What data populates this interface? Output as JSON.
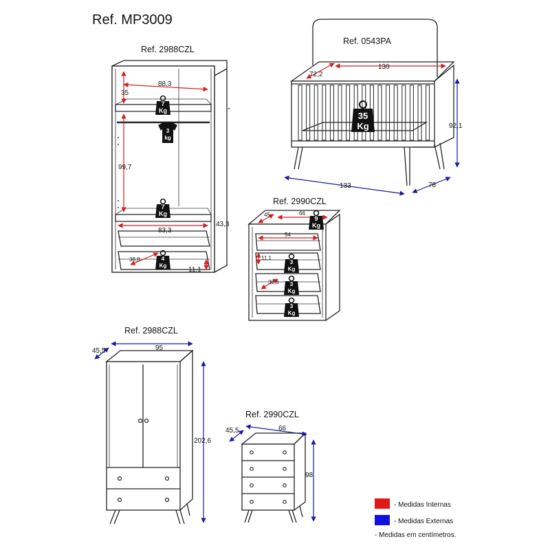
{
  "title": "Ref. MP3009",
  "wardrobe_open": {
    "ref": "Ref. 2988CZL",
    "dims": {
      "top_width": "88,3",
      "top_height": "35",
      "hang_height": "99,7",
      "shelf_width": "83,3",
      "drawer_depth": "38,8",
      "drawer_height": "11,1",
      "side_height": "43,3"
    },
    "weights": {
      "top": [
        "7",
        "Kg"
      ],
      "rod": [
        "3",
        "kg"
      ],
      "shelf": [
        "7",
        "Kg"
      ],
      "drawer": [
        "4",
        "Kg"
      ]
    }
  },
  "crib": {
    "ref": "Ref. 0543PA",
    "dims": {
      "inner_width": "130",
      "inner_depth": "72,2",
      "height": "92,1",
      "width": "133",
      "depth": "78"
    },
    "weight": [
      "35",
      "Kg"
    ]
  },
  "dresser_open": {
    "ref": "Ref. 2990CZL",
    "dims": {
      "depth": "45",
      "width": "66",
      "drawer_width": "54",
      "drawer_height": "11,1",
      "drawer_depth": "38,6"
    },
    "weights": {
      "top": [
        "9",
        "Kg"
      ],
      "drawers": [
        [
          "3",
          "Kg"
        ],
        [
          "3",
          "Kg"
        ],
        [
          "3",
          "Kg"
        ]
      ]
    }
  },
  "wardrobe_closed": {
    "ref": "Ref. 2988CZL",
    "dims": {
      "depth": "45,5",
      "width": "95",
      "height": "202,6"
    }
  },
  "dresser_closed": {
    "ref": "Ref. 2990CZL",
    "dims": {
      "depth": "45,5",
      "width": "66",
      "height": "98"
    }
  },
  "legend": {
    "internal": {
      "label": "- Medidas Internas",
      "color": "#e01818"
    },
    "external": {
      "label": "- Medidas Externas",
      "color": "#1010e0"
    },
    "note": "- Medidas em centímetros."
  },
  "colors": {
    "internal_line": "#d61c1c",
    "external_line": "#1a1a9c",
    "weight_tag": "#111111"
  }
}
